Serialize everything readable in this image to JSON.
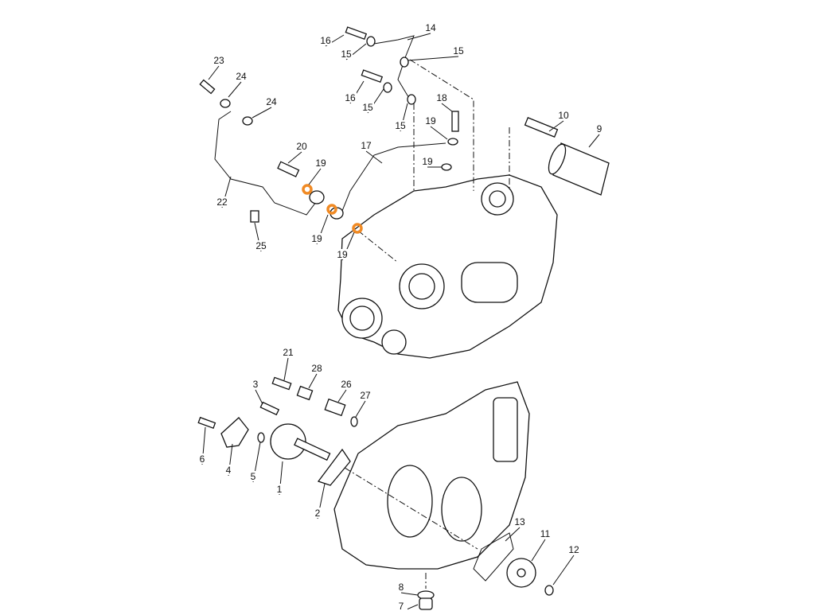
{
  "diagram": {
    "title": "",
    "highlight_color": "#f08a24",
    "callouts": [
      {
        "id": "c23",
        "text": "23"
      },
      {
        "id": "c24a",
        "text": "24"
      },
      {
        "id": "c24b",
        "text": "24"
      },
      {
        "id": "c16a",
        "text": "16"
      },
      {
        "id": "c14",
        "text": "14"
      },
      {
        "id": "c15a",
        "text": "15"
      },
      {
        "id": "c15b",
        "text": "15"
      },
      {
        "id": "c16b",
        "text": "16"
      },
      {
        "id": "c15c",
        "text": "15"
      },
      {
        "id": "c15d",
        "text": "15"
      },
      {
        "id": "c18",
        "text": "18"
      },
      {
        "id": "c19a",
        "text": "19"
      },
      {
        "id": "c10",
        "text": "10"
      },
      {
        "id": "c9",
        "text": "9"
      },
      {
        "id": "c20",
        "text": "20"
      },
      {
        "id": "c19b",
        "text": "19"
      },
      {
        "id": "c17",
        "text": "17"
      },
      {
        "id": "c19c",
        "text": "19"
      },
      {
        "id": "c22",
        "text": "22"
      },
      {
        "id": "c25",
        "text": "25"
      },
      {
        "id": "c19d",
        "text": "19"
      },
      {
        "id": "c19e",
        "text": "19"
      },
      {
        "id": "c21",
        "text": "21"
      },
      {
        "id": "c28",
        "text": "28"
      },
      {
        "id": "c3",
        "text": "3"
      },
      {
        "id": "c26",
        "text": "26"
      },
      {
        "id": "c27",
        "text": "27"
      },
      {
        "id": "c6",
        "text": "6"
      },
      {
        "id": "c4",
        "text": "4"
      },
      {
        "id": "c5",
        "text": "5"
      },
      {
        "id": "c1",
        "text": "1"
      },
      {
        "id": "c2",
        "text": "2"
      },
      {
        "id": "c13",
        "text": "13"
      },
      {
        "id": "c11",
        "text": "11"
      },
      {
        "id": "c12",
        "text": "12"
      },
      {
        "id": "c8",
        "text": "8"
      },
      {
        "id": "c7",
        "text": "7"
      }
    ]
  }
}
